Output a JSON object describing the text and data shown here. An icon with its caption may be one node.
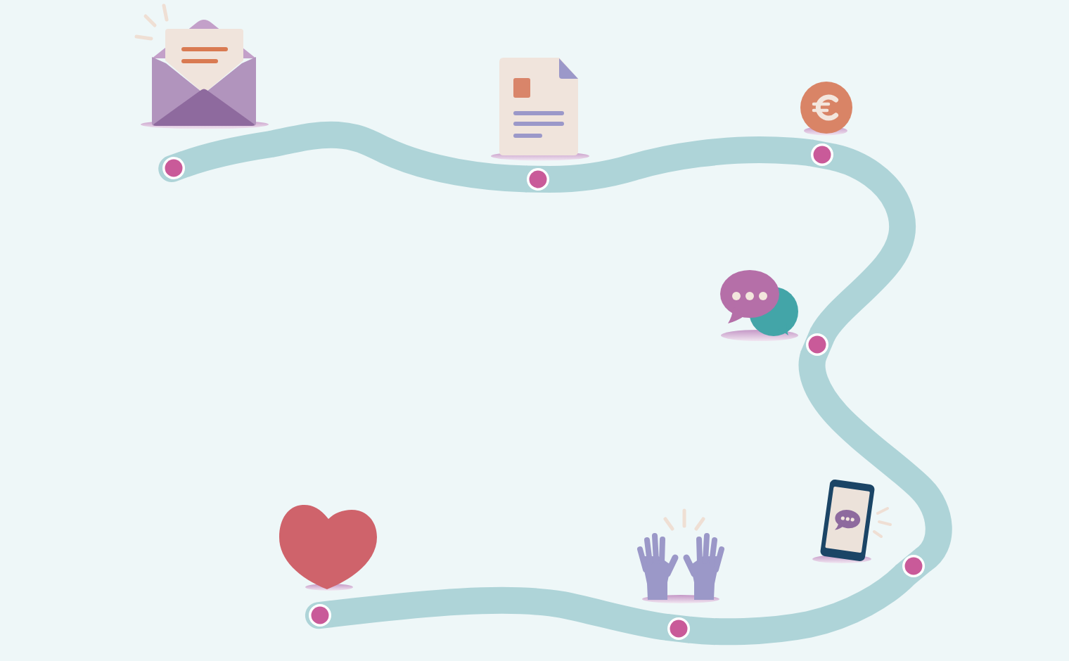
{
  "diagram": {
    "nodes": [
      {
        "text": [],
        "shape": "circle"
      },
      {
        "text": [],
        "shape": "circle"
      },
      {
        "text": [],
        "shape": "circle"
      },
      {
        "text": [],
        "shape": "circle"
      },
      {
        "text": [],
        "shape": "circle"
      },
      {
        "text": [],
        "shape": "circle"
      },
      {
        "text": [],
        "shape": "circle"
      }
    ],
    "edges": [
      {
        "from": 0,
        "to": 1,
        "arrow": "none"
      },
      {
        "from": 1,
        "to": 2,
        "arrow": "none"
      },
      {
        "from": 2,
        "to": 3,
        "arrow": "none"
      },
      {
        "from": 3,
        "to": 4,
        "arrow": "none"
      },
      {
        "from": 4,
        "to": 5,
        "arrow": "none"
      },
      {
        "from": 5,
        "to": 6,
        "arrow": "none"
      }
    ]
  }
}
